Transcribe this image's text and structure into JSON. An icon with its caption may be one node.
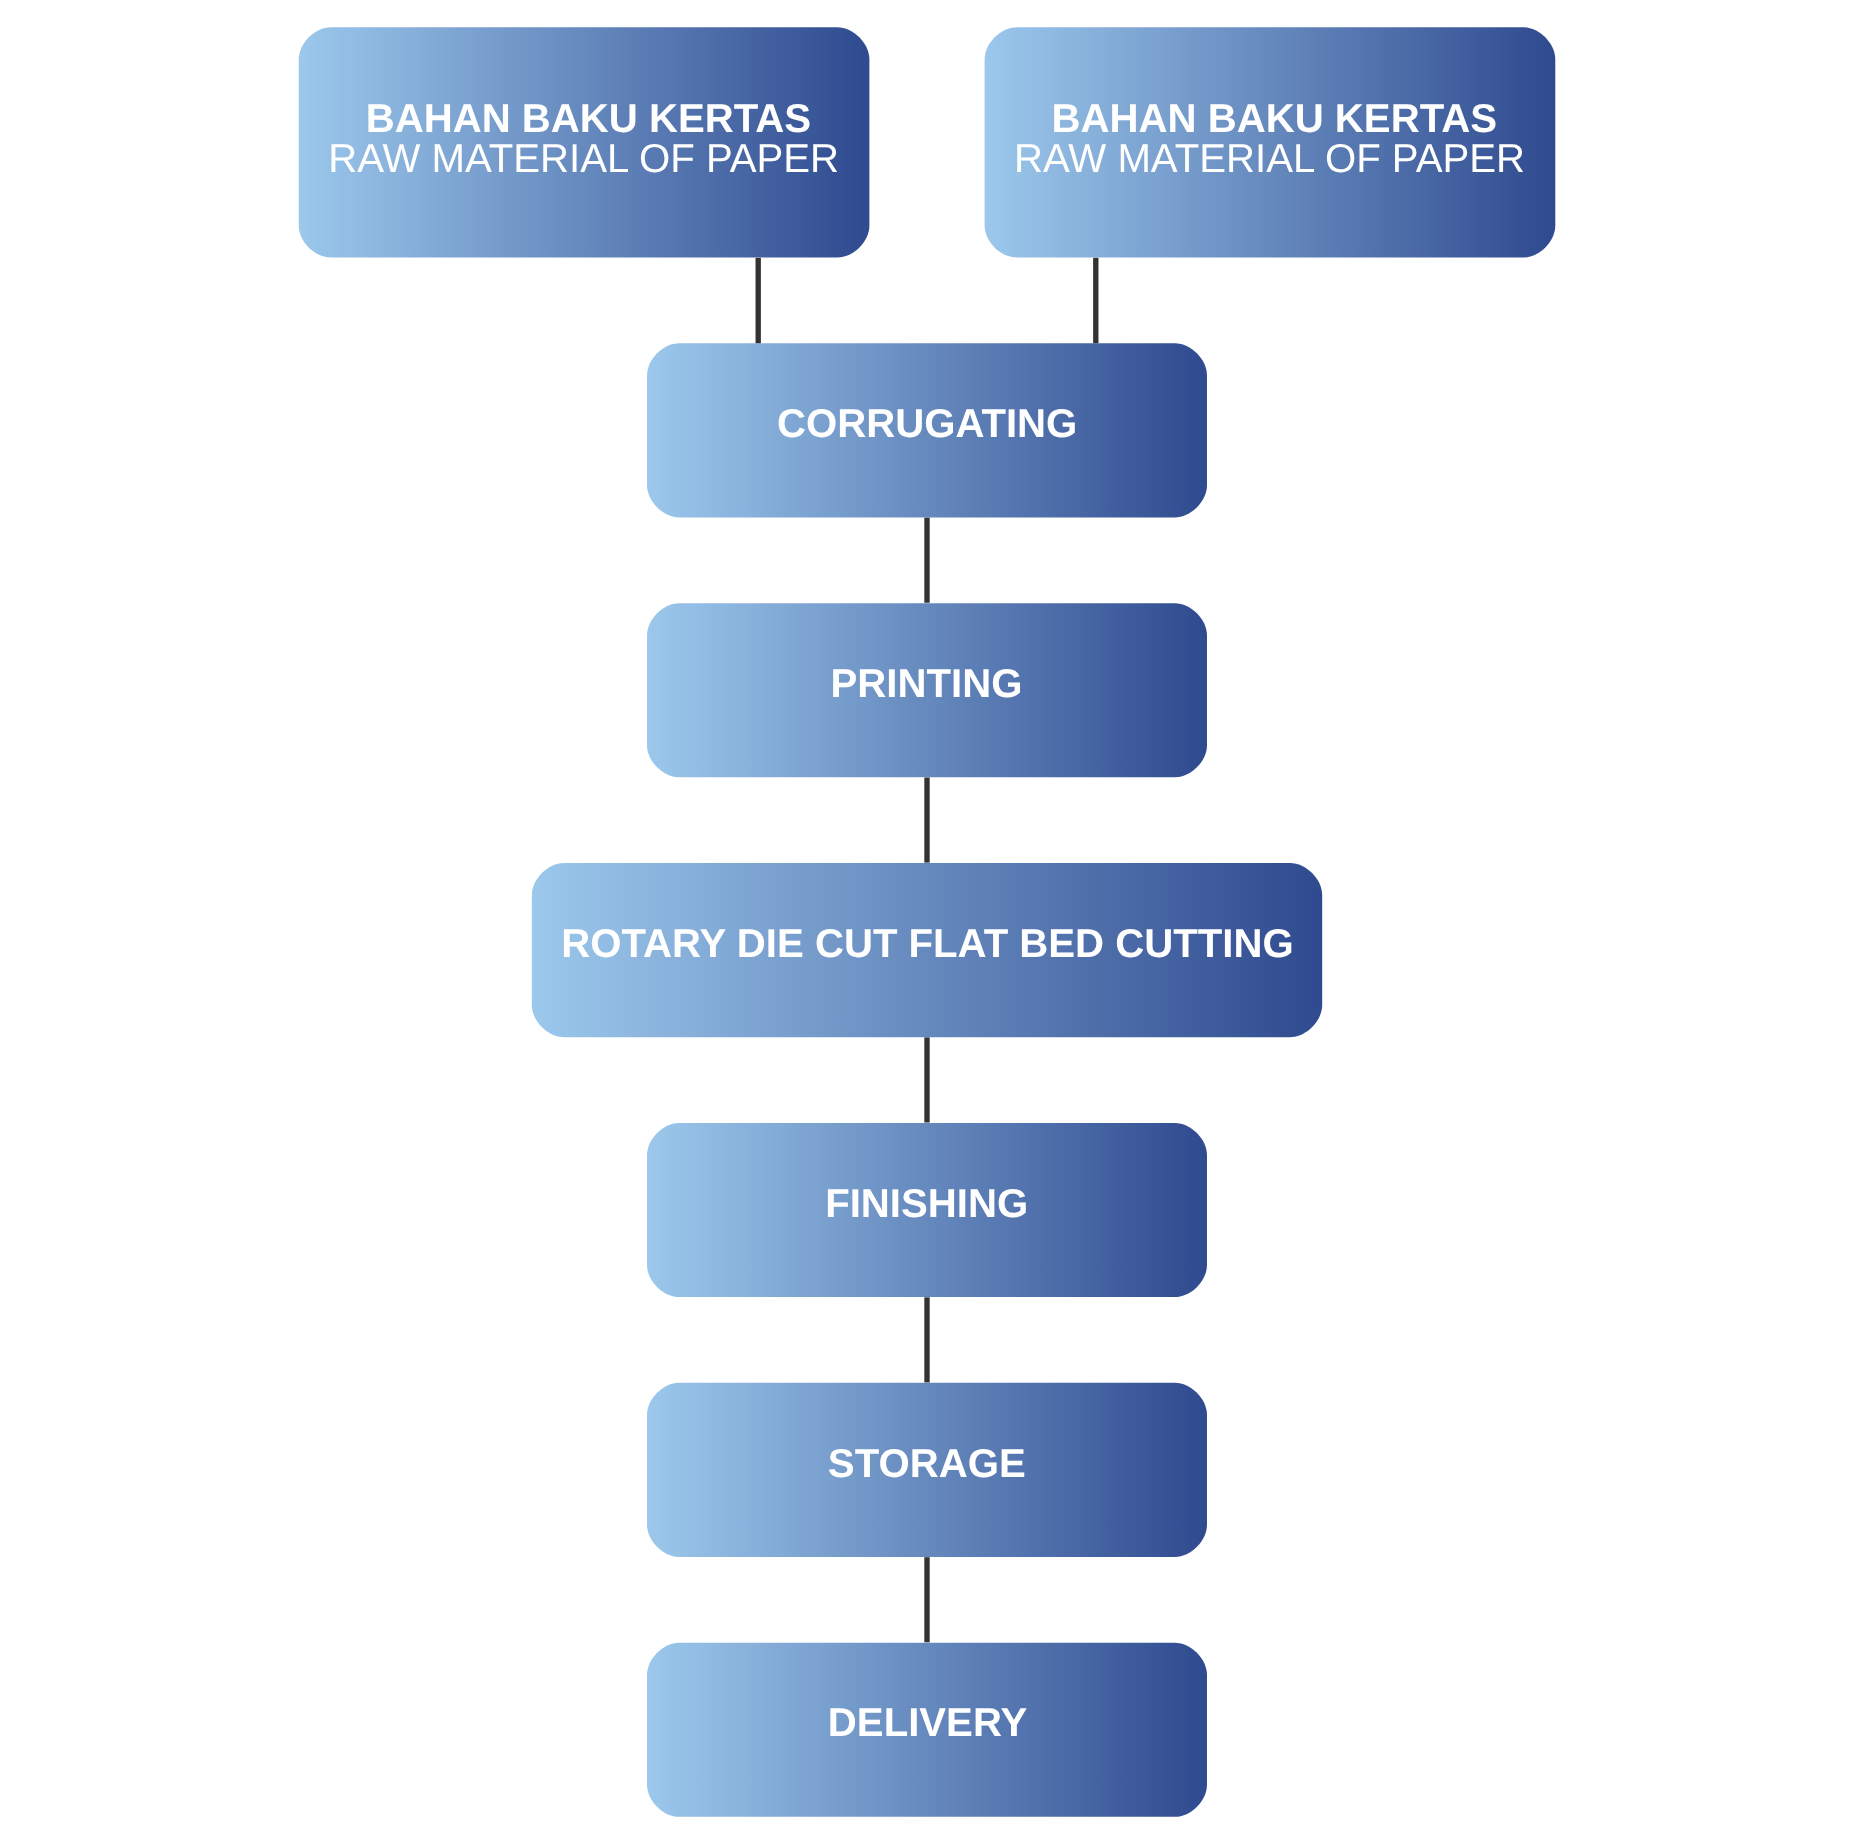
{
  "diagram": {
    "nodes": [
      {
        "text": [
          "BAHAN BAKU KERTAS",
          "RAW MATERIAL OF PAPER"
        ]
      },
      {
        "text": [
          "BAHAN BAKU KERTAS",
          "RAW MATERIAL OF PAPER"
        ]
      },
      {
        "text": [
          "CORRUGATING"
        ]
      },
      {
        "text": [
          "PRINTING"
        ]
      },
      {
        "text": [
          "ROTARY DIE CUT FLAT BED CUTTING"
        ]
      },
      {
        "text": [
          "FINISHING"
        ]
      },
      {
        "text": [
          "STORAGE"
        ]
      },
      {
        "text": [
          "DELIVERY"
        ]
      }
    ],
    "edges": [
      {
        "from": 0,
        "to": 2,
        "arrow": "none"
      },
      {
        "from": 1,
        "to": 2,
        "arrow": "none"
      },
      {
        "from": 2,
        "to": 3,
        "arrow": "none"
      },
      {
        "from": 3,
        "to": 4,
        "arrow": "none"
      },
      {
        "from": 4,
        "to": 5,
        "arrow": "none"
      },
      {
        "from": 5,
        "to": 6,
        "arrow": "none"
      },
      {
        "from": 6,
        "to": 7,
        "arrow": "none"
      }
    ]
  }
}
